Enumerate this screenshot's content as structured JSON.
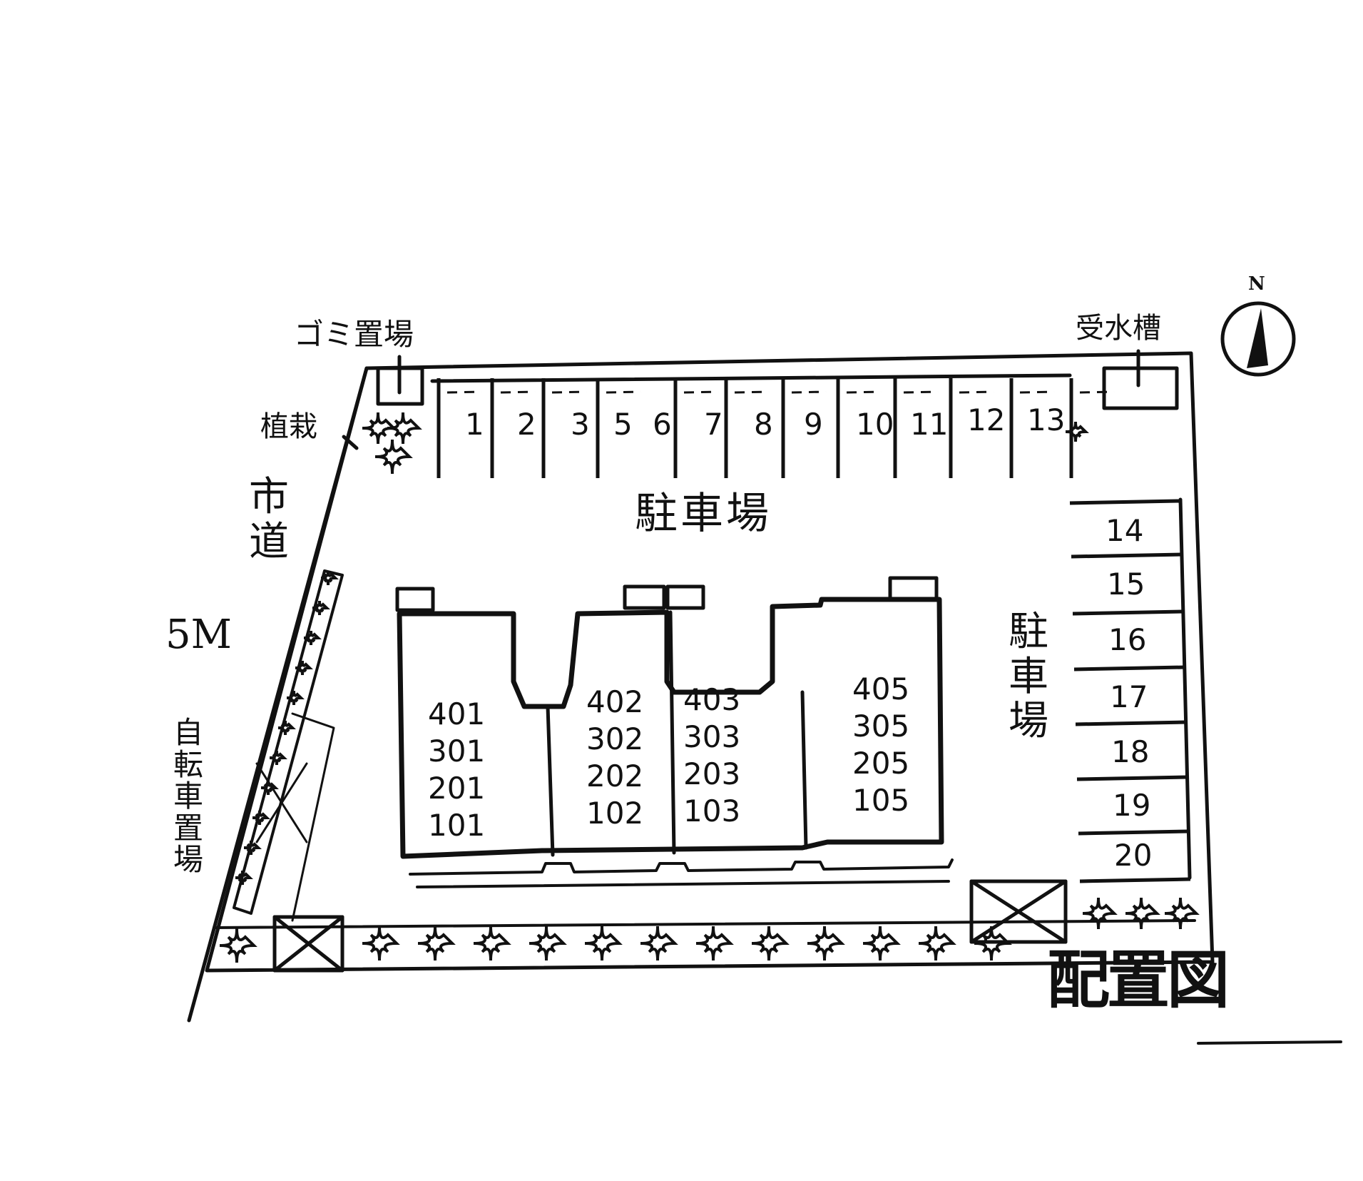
{
  "title": "配置図",
  "north_label": "N",
  "labels": {
    "garbage": "ゴミ置場",
    "planting": "植栽",
    "water_tank": "受水槽",
    "parking_top": "駐車場",
    "parking_right": "駐車場",
    "road_name": "市道",
    "road_width": "5M",
    "bicycle": "自転車置場"
  },
  "parking_top": [
    "1",
    "2",
    "3",
    "5",
    "6",
    "7",
    "8",
    "9",
    "10",
    "11",
    "12",
    "13"
  ],
  "parking_right": [
    "14",
    "15",
    "16",
    "17",
    "18",
    "19",
    "20"
  ],
  "units": [
    [
      "401",
      "301",
      "201",
      "101"
    ],
    [
      "402",
      "302",
      "202",
      "102"
    ],
    [
      "403",
      "303",
      "203",
      "103"
    ],
    [
      "405",
      "305",
      "205",
      "105"
    ]
  ]
}
